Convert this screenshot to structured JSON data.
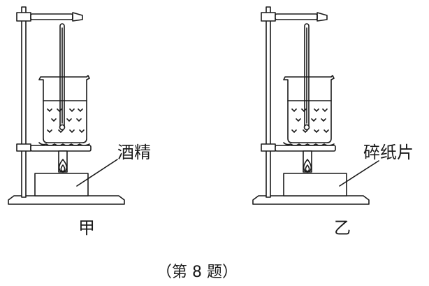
{
  "figure": {
    "label_a_substance": "酒精",
    "label_b_substance": "碎纸片",
    "caption_a": "甲",
    "caption_b": "乙",
    "figure_caption": "（第 8 题）"
  }
}
